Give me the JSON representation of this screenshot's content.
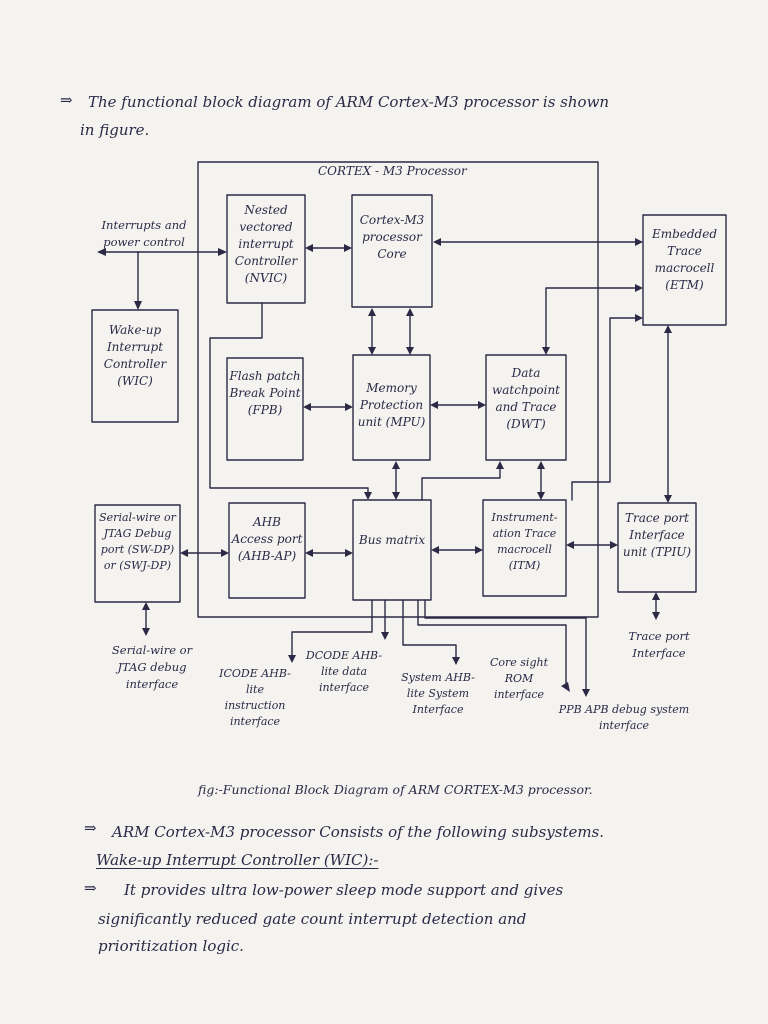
{
  "header": {
    "arrow": "⇒",
    "intro_line1": "The functional block diagram of ARM Cortex-M3 processor is shown",
    "intro_line2": "in figure."
  },
  "diagram": {
    "processor_title": "CORTEX - M3 Processor",
    "blocks": {
      "nvic": "Nested vectored interrupt Controller (NVIC)",
      "core": "Cortex-M3 processor Core",
      "etm": "Embedded Trace macrocell (ETM)",
      "wic": "Wake-up Interrupt Controller (WIC)",
      "fpb": "Flash patch Break Point (FPB)",
      "mpu": "Memory Protection unit (MPU)",
      "dwt": "Data watchpoint and Trace (DWT)",
      "swjdp": "Serial-wire or JTAG Debug port (SW-DP) or (SWJ-DP)",
      "ahbap": "AHB Access port (AHB-AP)",
      "bus": "Bus matrix",
      "itm": "Instrument-ation Trace macrocell (ITM)",
      "tpiu": "Trace port Interface unit (TPIU)"
    },
    "labels": {
      "interrupts": "Interrupts and power control",
      "serial_wire": "Serial-wire or JTAG debug interface",
      "icode": "ICODE AHB-lite instruction interface",
      "dcode": "DCODE AHB-lite data interface",
      "system": "System AHB-lite System Interface",
      "coresight": "Core sight ROM interface",
      "ppb": "PPB APB debug system interface",
      "trace_port": "Trace port Interface"
    }
  },
  "caption": "fig:-Functional Block Diagram of ARM CORTEX-M3 processor.",
  "body": {
    "arrow1": "⇒",
    "line1": "ARM Cortex-M3 processor Consists of the following subsystems.",
    "heading": "Wake-up Interrupt Controller (WIC):-",
    "arrow2": "⇒",
    "line2": "It provides ultra low-power sleep mode support and gives",
    "line3": "significantly reduced gate count interrupt detection and",
    "line4": "prioritization logic."
  }
}
